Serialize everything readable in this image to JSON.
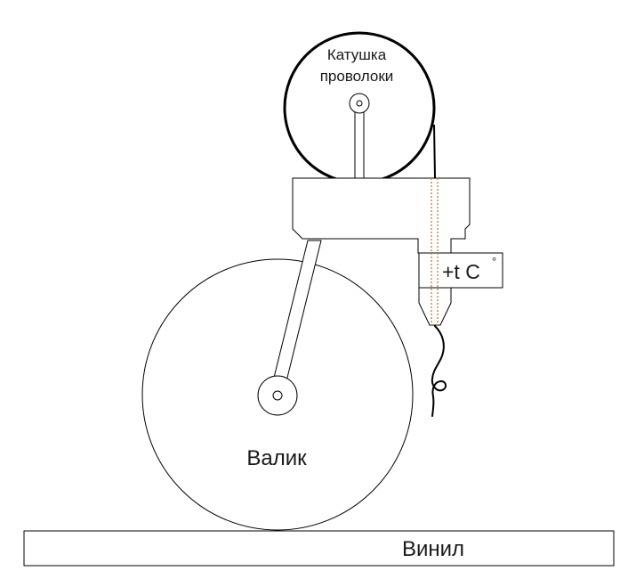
{
  "labels": {
    "spool_line1": "Катушка",
    "spool_line2": "проволоки",
    "heater": "+t C",
    "heater_degree": "°",
    "roller": "Валик",
    "vinyl": "Винил"
  },
  "colors": {
    "stroke": "#000000",
    "text": "#1a1a1a",
    "heated_wire": "#d08a3c",
    "background": "#ffffff"
  }
}
